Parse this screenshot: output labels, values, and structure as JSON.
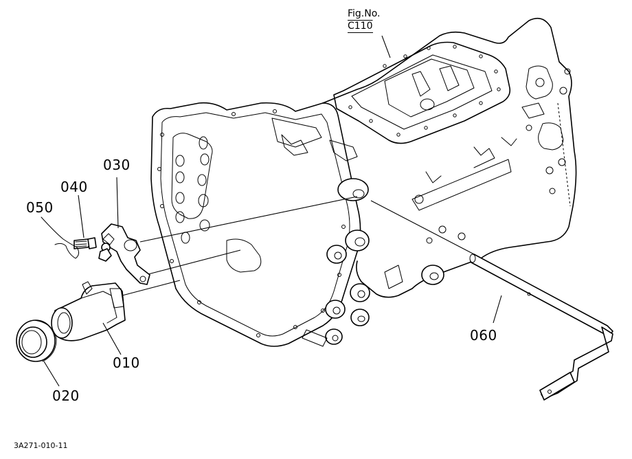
{
  "figure_ref": {
    "line1": "Fig.No.",
    "line2": "C110"
  },
  "parts": [
    {
      "id": "010",
      "label": "010"
    },
    {
      "id": "020",
      "label": "020"
    },
    {
      "id": "030",
      "label": "030"
    },
    {
      "id": "040",
      "label": "040"
    },
    {
      "id": "050",
      "label": "050"
    },
    {
      "id": "060",
      "label": "060"
    }
  ],
  "drawing_code": "3A271-010-11"
}
